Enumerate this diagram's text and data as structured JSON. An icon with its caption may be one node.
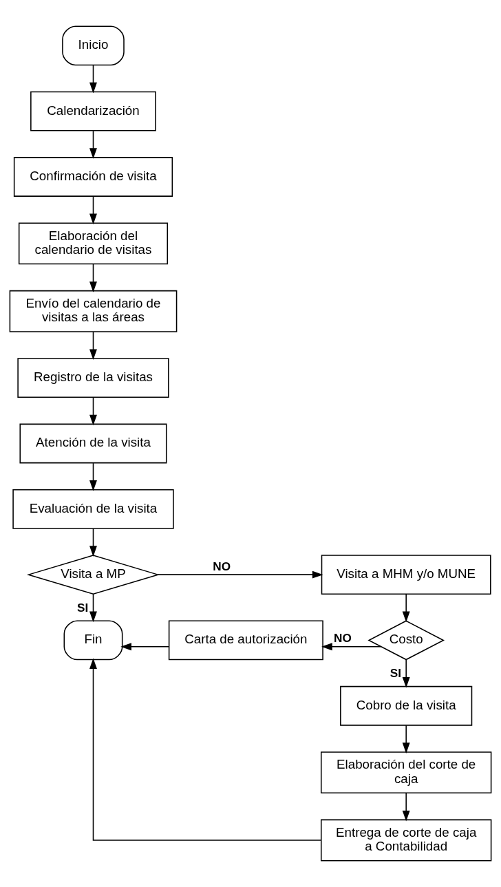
{
  "diagram": {
    "nodes": [
      {
        "text": [
          "Inicio"
        ]
      },
      {
        "text": [
          "Calendarización"
        ]
      },
      {
        "text": [
          "Confirmación de visita"
        ]
      },
      {
        "text": [
          "Elaboración del calendario de visitas"
        ]
      },
      {
        "text": [
          "Envío del calendario de visitas a las áreas"
        ]
      },
      {
        "text": [
          "Registro de la visitas"
        ]
      },
      {
        "text": [
          "Atención de la visita"
        ]
      },
      {
        "text": [
          "Evaluación de la visita"
        ]
      },
      {
        "text": [
          "Visita a MP"
        ]
      },
      {
        "text": [
          "Visita a MHM y/o MUNE"
        ]
      },
      {
        "text": [
          "Fin"
        ]
      },
      {
        "text": [
          "Carta de autorización"
        ]
      },
      {
        "text": [
          "Costo"
        ]
      },
      {
        "text": [
          "Cobro de la visita"
        ]
      },
      {
        "text": [
          "Elaboración del corte de caja"
        ]
      },
      {
        "text": [
          "Entrega de corte de caja a Contabilidad"
        ]
      }
    ],
    "edges": [
      {
        "from": 0,
        "to": 1,
        "arrow": "to"
      },
      {
        "from": 1,
        "to": 2,
        "arrow": "to"
      },
      {
        "from": 2,
        "to": 3,
        "arrow": "to"
      },
      {
        "from": 3,
        "to": 4,
        "arrow": "to"
      },
      {
        "from": 4,
        "to": 5,
        "arrow": "to"
      },
      {
        "from": 5,
        "to": 6,
        "arrow": "to"
      },
      {
        "from": 6,
        "to": 7,
        "arrow": "to"
      },
      {
        "from": 7,
        "to": 8,
        "arrow": "to"
      },
      {
        "from": 8,
        "to": 9,
        "arrow": "to",
        "label": "NO"
      },
      {
        "from": 8,
        "to": 10,
        "arrow": "to",
        "label": "SI"
      },
      {
        "from": 9,
        "to": 12,
        "arrow": "to"
      },
      {
        "from": 12,
        "to": 11,
        "arrow": "to",
        "label": "NO"
      },
      {
        "from": 11,
        "to": 10,
        "arrow": "to"
      },
      {
        "from": 12,
        "to": 13,
        "arrow": "to",
        "label": "SI"
      },
      {
        "from": 13,
        "to": 14,
        "arrow": "to"
      },
      {
        "from": 14,
        "to": 15,
        "arrow": "to"
      },
      {
        "from": 15,
        "to": 10,
        "arrow": "to"
      }
    ]
  }
}
